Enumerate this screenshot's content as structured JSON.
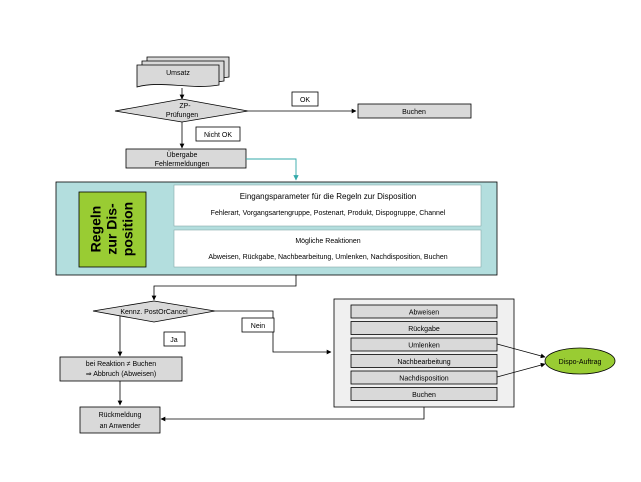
{
  "diagram": {
    "umsatz": "Umsatz",
    "zp_line1": "ZP-",
    "zp_line2": "Prüfungen",
    "ok": "OK",
    "nicht_ok": "Nicht OK",
    "buchen_top": "Buchen",
    "uebergabe_line1": "Übergabe",
    "uebergabe_line2": "Fehlermeldungen",
    "regeln_line1": "Regeln",
    "regeln_line2": "zur Dis-",
    "regeln_line3": "position",
    "eingang_title": "Eingangsparameter für die Regeln zur Disposition",
    "eingang_items": "Fehlerart, Vorgangsartengruppe, Postenart, Produkt, Dispogruppe, Channel",
    "reaktionen_title": "Mögliche Reaktionen",
    "reaktionen_items": "Abweisen, Rückgabe, Nachbearbeitung, Umlenken, Nachdisposition, Buchen",
    "kennz": "Kennz. PostOrCancel",
    "ja": "Ja",
    "nein": "Nein",
    "reaktion_line1": "bei Reaktion ≠ Buchen",
    "reaktion_line2": "⇒ Abbruch (Abweisen)",
    "rueck_line1": "Rückmeldung",
    "rueck_line2": "an Anwender",
    "reactions": [
      "Abweisen",
      "Rückgabe",
      "Umlenken",
      "Nachbearbeitung",
      "Nachdisposition",
      "Buchen"
    ],
    "dispo": "Dispo-Auftrag"
  },
  "colors": {
    "panel": "#b3dede",
    "regeln_green": "#99cc33",
    "box_gray": "#d9d9d9",
    "dispo_green": "#99cc33",
    "teal_connector": "#33aaaa"
  }
}
